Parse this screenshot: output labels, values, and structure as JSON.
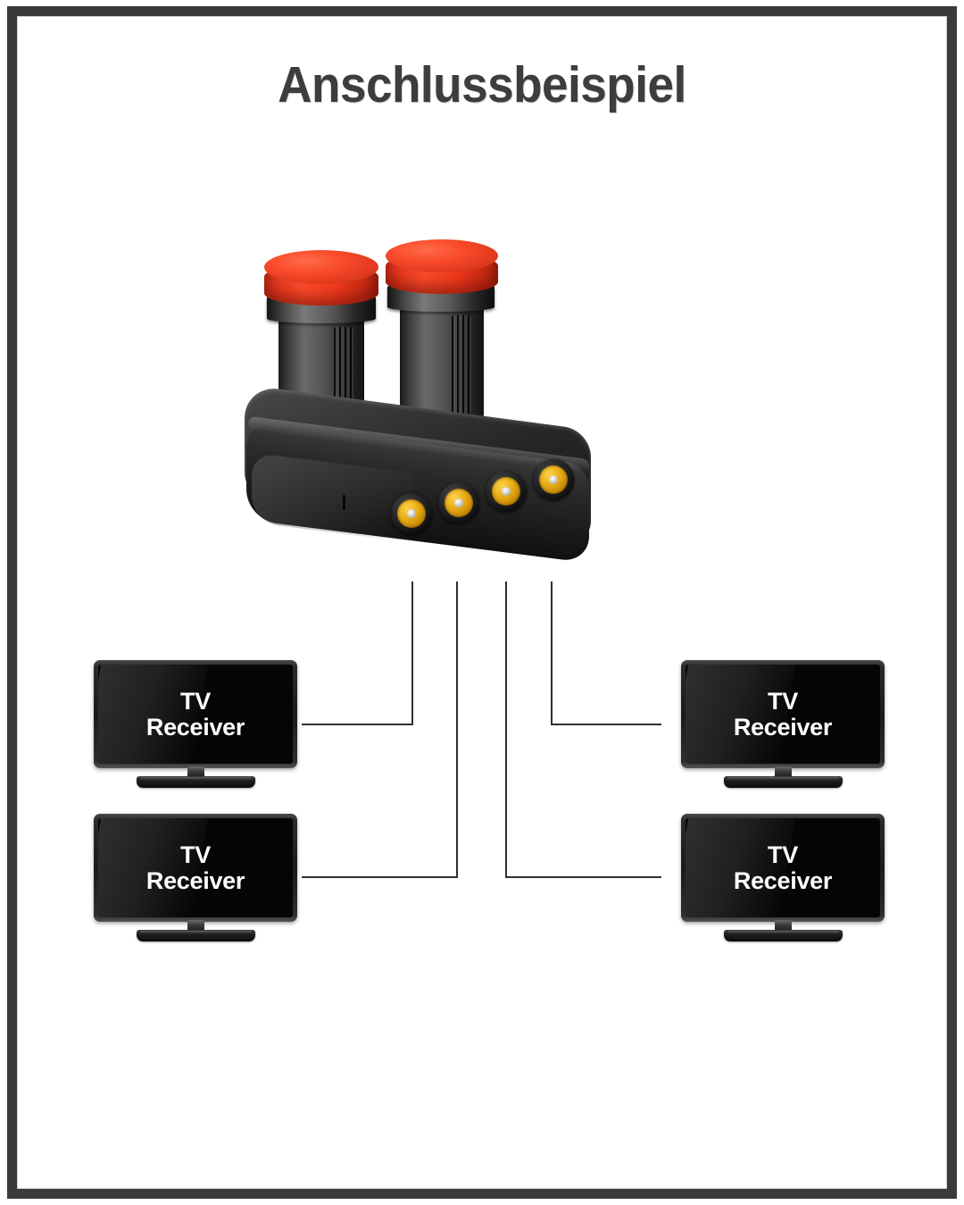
{
  "page": {
    "title": "Anschlussbeispiel",
    "frame_color": "#3a3a3a",
    "background": "#ffffff",
    "line_color": "#2f2f2f"
  },
  "device": {
    "name": "quad-lnb",
    "cap_color": "#f0391d",
    "body_color": "#1a1a1a",
    "connector_color": "#e9ae17",
    "horn_count": 2,
    "output_count": 4
  },
  "receivers": [
    {
      "line1": "TV",
      "line2": "Receiver",
      "position": "top-left"
    },
    {
      "line1": "TV",
      "line2": "Receiver",
      "position": "top-right"
    },
    {
      "line1": "TV",
      "line2": "Receiver",
      "position": "bottom-left"
    },
    {
      "line1": "TV",
      "line2": "Receiver",
      "position": "bottom-right"
    }
  ],
  "connections": [
    {
      "from": "lnb-output-1",
      "to": "top-left"
    },
    {
      "from": "lnb-output-2",
      "to": "bottom-left"
    },
    {
      "from": "lnb-output-3",
      "to": "bottom-right"
    },
    {
      "from": "lnb-output-4",
      "to": "top-right"
    }
  ]
}
